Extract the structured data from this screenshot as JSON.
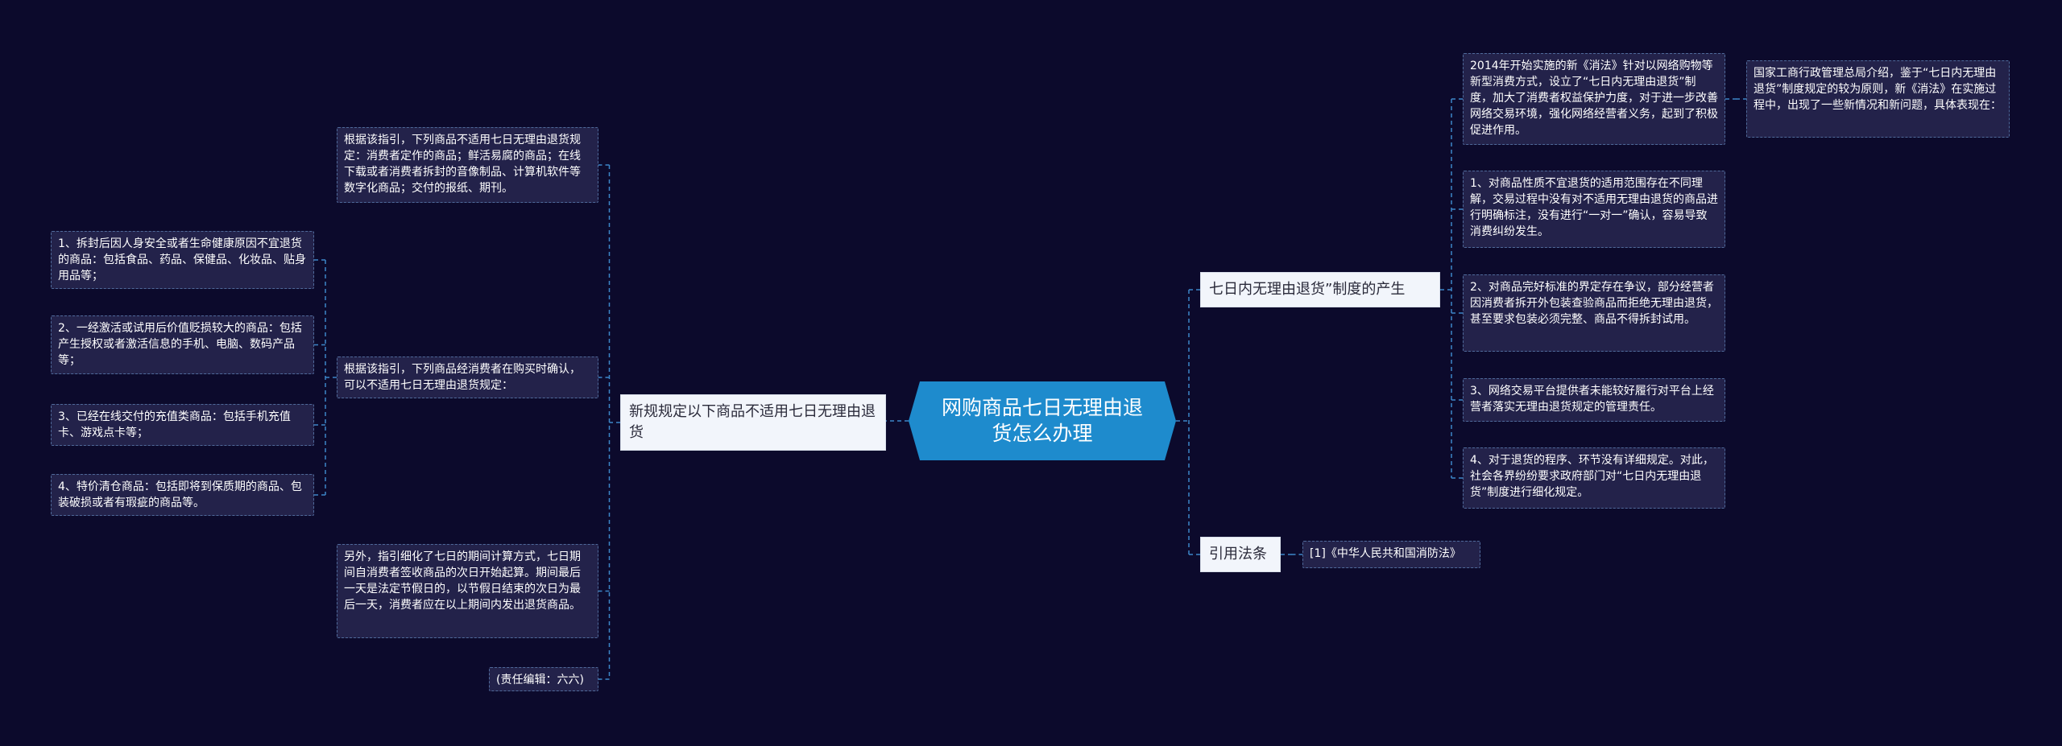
{
  "root": {
    "title": "网购商品七日无理由退货怎么办理"
  },
  "left": {
    "branch": "新规规定以下商品不适用七日无理由退货",
    "intro": "根据该指引，下列商品不适用七日无理由退货规定：消费者定作的商品；鲜活易腐的商品；在线下载或者消费者拆封的音像制品、计算机软件等数字化商品；交付的报纸、期刊。",
    "confirm_note": "根据该指引，下列商品经消费者在购买时确认，可以不适用七日无理由退货规定：",
    "confirm_items": [
      "1、拆封后因人身安全或者生命健康原因不宜退货的商品：包括食品、药品、保健品、化妆品、贴身用品等；",
      "2、一经激活或试用后价值贬损较大的商品：包括产生授权或者激活信息的手机、电脑、数码产品等；",
      "3、已经在线交付的充值类商品：包括手机充值卡、游戏点卡等；",
      "4、特价清仓商品：包括即将到保质期的商品、包装破损或者有瑕疵的商品等。"
    ],
    "period_note": "另外，指引细化了七日的期间计算方式，七日期间自消费者签收商品的次日开始起算。期间最后一天是法定节假日的，以节假日结束的次日为最后一天，消费者应在以上期间内发出退货商品。",
    "editor": "(责任编辑：六六)"
  },
  "right": {
    "origin_branch": "七日内无理由退货”制度的产生",
    "origin_intro": "2014年开始实施的新《消法》针对以网络购物等新型消费方式，设立了“七日内无理由退货”制度，加大了消费者权益保护力度，对于进一步改善网络交易环境，强化网络经营者义务，起到了积极促进作用。",
    "origin_side": "国家工商行政管理总局介绍，鉴于“七日内无理由退货”制度规定的较为原则，新《消法》在实施过程中，出现了一些新情况和新问题，具体表现在：",
    "issues": [
      "1、对商品性质不宜退货的适用范围存在不同理解，交易过程中没有对不适用无理由退货的商品进行明确标注，没有进行“一对一”确认，容易导致消费纠纷发生。",
      "2、对商品完好标准的界定存在争议，部分经营者因消费者拆开外包装查验商品而拒绝无理由退货，甚至要求包装必须完整、商品不得拆封试用。",
      "3、网络交易平台提供者未能较好履行对平台上经营者落实无理由退货规定的管理责任。",
      "4、对于退货的程序、环节没有详细规定。对此，社会各界纷纷要求政府部门对“七日内无理由退货”制度进行细化规定。"
    ],
    "law_branch": "引用法条",
    "law_item": "[1]《中华人民共和国消防法》"
  },
  "colors": {
    "background": "#0c0a2c",
    "root": "#1e8bcd",
    "line": "#3c86c8"
  }
}
